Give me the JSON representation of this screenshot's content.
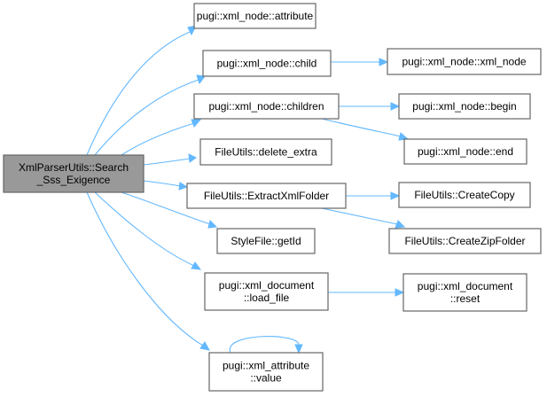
{
  "diagram": {
    "type": "call-graph",
    "colors": {
      "edge": "#63b8ff",
      "node_border": "#666666",
      "root_fill": "#999999",
      "node_fill": "#ffffff"
    },
    "nodes": [
      {
        "id": "root",
        "lines": [
          "XmlParserUtils::Search",
          "_Sss_Exigence"
        ],
        "root": true
      },
      {
        "id": "attribute",
        "lines": [
          "pugi::xml_node::attribute"
        ]
      },
      {
        "id": "child",
        "lines": [
          "pugi::xml_node::child"
        ]
      },
      {
        "id": "xml_node",
        "lines": [
          "pugi::xml_node::xml_node"
        ]
      },
      {
        "id": "children",
        "lines": [
          "pugi::xml_node::children"
        ]
      },
      {
        "id": "begin",
        "lines": [
          "pugi::xml_node::begin"
        ]
      },
      {
        "id": "end",
        "lines": [
          "pugi::xml_node::end"
        ]
      },
      {
        "id": "delete_extra",
        "lines": [
          "FileUtils::delete_extra"
        ]
      },
      {
        "id": "extract",
        "lines": [
          "FileUtils::ExtractXmlFolder"
        ]
      },
      {
        "id": "createcopy",
        "lines": [
          "FileUtils::CreateCopy"
        ]
      },
      {
        "id": "createzip",
        "lines": [
          "FileUtils::CreateZipFolder"
        ]
      },
      {
        "id": "getid",
        "lines": [
          "StyleFile::getId"
        ]
      },
      {
        "id": "loadfile",
        "lines": [
          "pugi::xml_document",
          "::load_file"
        ]
      },
      {
        "id": "reset",
        "lines": [
          "pugi::xml_document",
          "::reset"
        ]
      },
      {
        "id": "value",
        "lines": [
          "pugi::xml_attribute",
          "::value"
        ]
      }
    ],
    "edges": [
      {
        "from": "root",
        "to": "attribute"
      },
      {
        "from": "root",
        "to": "child"
      },
      {
        "from": "root",
        "to": "children"
      },
      {
        "from": "root",
        "to": "delete_extra"
      },
      {
        "from": "root",
        "to": "extract"
      },
      {
        "from": "root",
        "to": "getid"
      },
      {
        "from": "root",
        "to": "loadfile"
      },
      {
        "from": "root",
        "to": "value"
      },
      {
        "from": "child",
        "to": "xml_node"
      },
      {
        "from": "children",
        "to": "begin"
      },
      {
        "from": "children",
        "to": "end"
      },
      {
        "from": "extract",
        "to": "createcopy"
      },
      {
        "from": "extract",
        "to": "createzip"
      },
      {
        "from": "loadfile",
        "to": "reset"
      },
      {
        "from": "value",
        "to": "value"
      }
    ]
  }
}
